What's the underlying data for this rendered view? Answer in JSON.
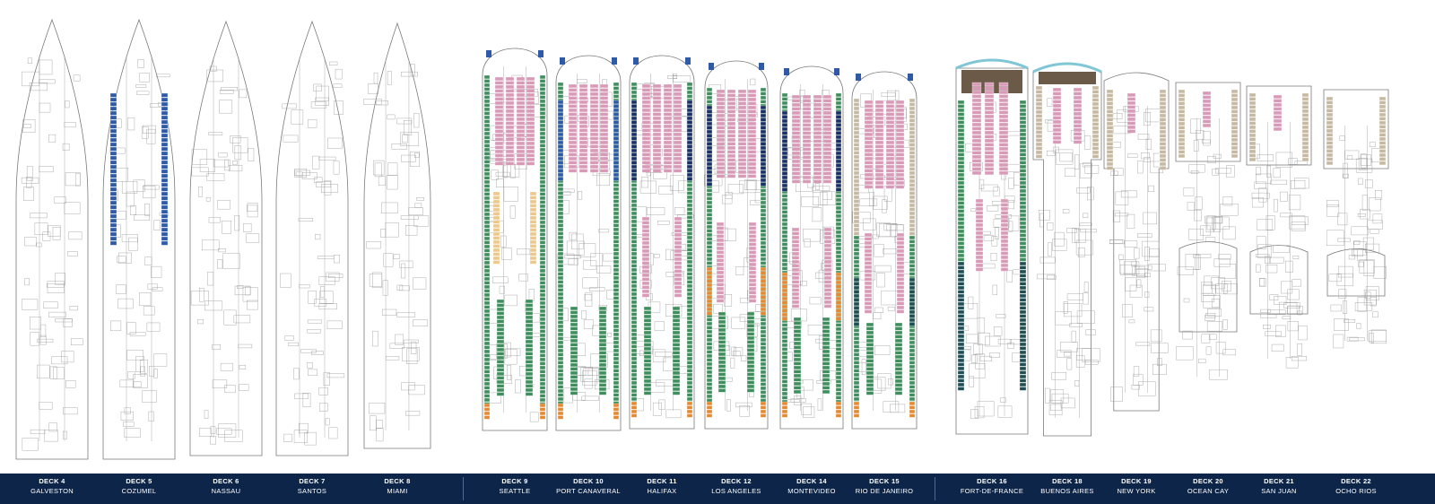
{
  "colors": {
    "footer_bg": "#0d2548",
    "footer_text": "#ffffff",
    "outline": "#7a7a7a",
    "cabin_green": "#3f8f5e",
    "cabin_pink": "#d99ab8",
    "cabin_blue": "#2f5aa8",
    "cabin_orange": "#e58a32",
    "cabin_yellow": "#ecc88a",
    "cabin_tan": "#c7b9a1",
    "cabin_teal": "#1f4f55",
    "cabin_navy": "#1c2f6a"
  },
  "decks": [
    {
      "id": "deck-4",
      "label": "DECK 4",
      "name": "GALVESTON"
    },
    {
      "id": "deck-5",
      "label": "DECK 5",
      "name": "COZUMEL"
    },
    {
      "id": "deck-6",
      "label": "DECK 6",
      "name": "NASSAU"
    },
    {
      "id": "deck-7",
      "label": "DECK 7",
      "name": "SANTOS"
    },
    {
      "id": "deck-8",
      "label": "DECK 8",
      "name": "MIAMI"
    },
    {
      "id": "deck-9",
      "label": "DECK 9",
      "name": "SEATTLE"
    },
    {
      "id": "deck-10",
      "label": "DECK 10",
      "name": "PORT CANAVERAL"
    },
    {
      "id": "deck-11",
      "label": "DECK 11",
      "name": "HALIFAX"
    },
    {
      "id": "deck-12",
      "label": "DECK 12",
      "name": "LOS ANGELES"
    },
    {
      "id": "deck-14",
      "label": "DECK 14",
      "name": "MONTEVIDEO"
    },
    {
      "id": "deck-15",
      "label": "DECK 15",
      "name": "RIO DE JANEIRO"
    },
    {
      "id": "deck-16",
      "label": "DECK 16",
      "name": "FORT-DE-FRANCE"
    },
    {
      "id": "deck-18",
      "label": "DECK 18",
      "name": "BUENOS AIRES"
    },
    {
      "id": "deck-19",
      "label": "DECK 19",
      "name": "NEW YORK"
    },
    {
      "id": "deck-20",
      "label": "DECK 20",
      "name": "OCEAN CAY"
    },
    {
      "id": "deck-21",
      "label": "DECK 21",
      "name": "SAN JUAN"
    },
    {
      "id": "deck-22",
      "label": "DECK 22",
      "name": "OCHO RIOS"
    }
  ]
}
